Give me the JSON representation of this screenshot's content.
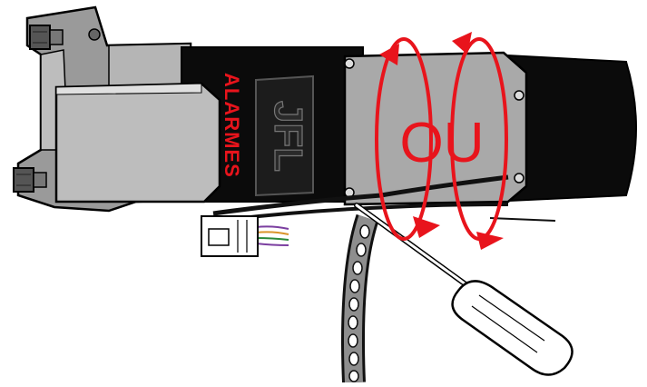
{
  "diagram": {
    "brand_side_text": "ALARMES",
    "logo_text": "JFL",
    "center_label": "OU",
    "colors": {
      "accent_red": "#e8141c",
      "motor_black": "#0b0b0b",
      "housing_gray": "#a9a9a9",
      "housing_light": "#cfcfcf",
      "bracket_gray": "#9a9a9a",
      "screwdriver_handle": "#ffffff",
      "chain_gray": "#8e8e8e"
    },
    "icons": {
      "rotation_arrows": "curved-arrow",
      "tool": "screwdriver",
      "connector": "wire-connector"
    }
  }
}
